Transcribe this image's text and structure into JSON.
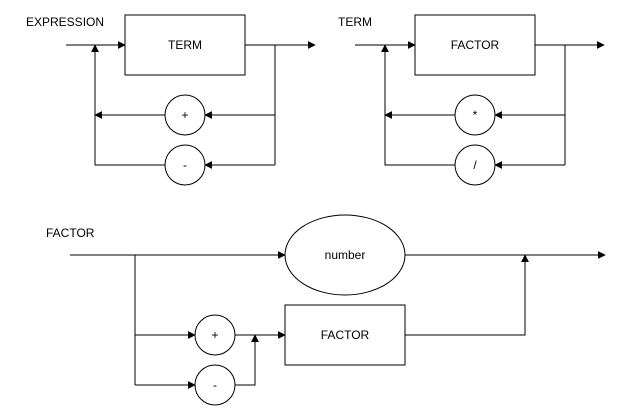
{
  "diagrams": {
    "expression": {
      "title": "EXPRESSION",
      "box": "TERM",
      "op_plus": "+",
      "op_minus": "-"
    },
    "term": {
      "title": "TERM",
      "box": "FACTOR",
      "op_mul": "*",
      "op_div": "/"
    },
    "factor": {
      "title": "FACTOR",
      "number": "number",
      "op_plus": "+",
      "op_minus": "-",
      "box": "FACTOR"
    }
  }
}
